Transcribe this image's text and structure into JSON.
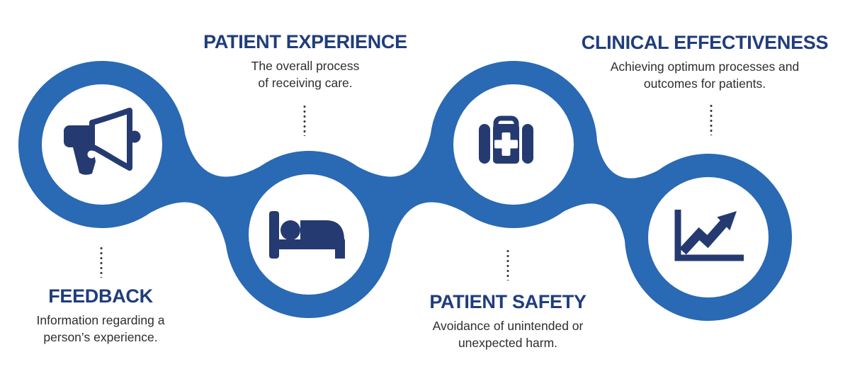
{
  "colors": {
    "chain_blue": "#2a69b3",
    "icon_navy": "#253a70",
    "title_blue": "#203d7c",
    "body_text": "#2e2e2e",
    "dots_gray": "#3d3d3d",
    "background": "#ffffff"
  },
  "items": [
    {
      "id": "feedback",
      "title": "FEEDBACK",
      "description": "Information regarding a person’s experience.",
      "desc_lines": [
        "Information regarding a",
        "person’s experience."
      ],
      "icon": "megaphone-icon",
      "label_position": "below-circle"
    },
    {
      "id": "patient-experience",
      "title": "PATIENT EXPERIENCE",
      "description": "The overall process of receiving care.",
      "desc_lines": [
        "The overall process",
        "of receiving care."
      ],
      "icon": "patient-in-bed-icon",
      "label_position": "above-circle"
    },
    {
      "id": "patient-safety",
      "title": "PATIENT SAFETY",
      "description": "Avoidance of unintended or unexpected harm.",
      "desc_lines": [
        "Avoidance of unintended or",
        "unexpected harm."
      ],
      "icon": "first-aid-kit-icon",
      "label_position": "below-circle"
    },
    {
      "id": "clinical-effectiveness",
      "title": "CLINICAL EFFECTIVENESS",
      "description": "Achieving optimum processes and outcomes for patients.",
      "desc_lines": [
        "Achieving optimum processes and",
        "outcomes for patients."
      ],
      "icon": "growth-chart-icon",
      "label_position": "above-circle"
    }
  ]
}
